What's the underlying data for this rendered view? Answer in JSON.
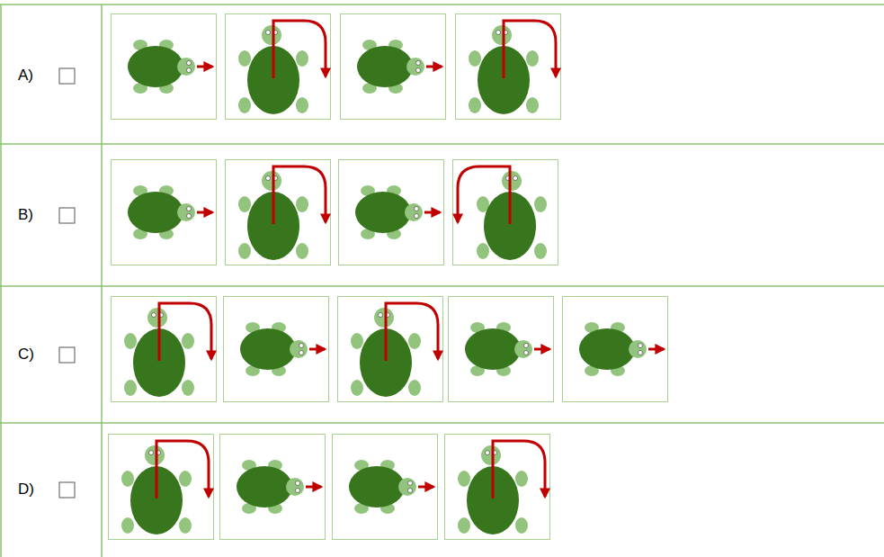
{
  "diagram": {
    "labels": [
      "A)",
      "B)",
      "C)",
      "D)"
    ]
  }
}
